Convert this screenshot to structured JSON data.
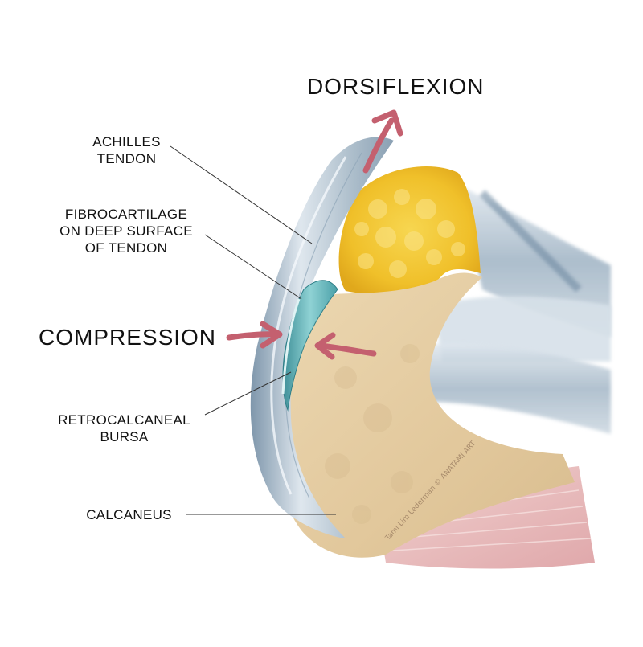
{
  "labels": {
    "dorsiflexion": "DORSIFLEXION",
    "achilles_line1": "ACHILLES",
    "achilles_line2": "TENDON",
    "fibro_line1": "FIBROCARTILAGE",
    "fibro_line2": "ON DEEP SURFACE",
    "fibro_line3": "OF TENDON",
    "compression": "COMPRESSION",
    "bursa_line1": "RETROCALCANEAL",
    "bursa_line2": "BURSA",
    "calcaneus": "CALCANEUS"
  },
  "credit": "Tami Lim Lederman © ANATAMI ART",
  "colors": {
    "arrow": "#c4606f",
    "bone": "#e6cfa6",
    "fat": "#f2c636",
    "tendon": "#aebfcc",
    "bursa": "#5fb3b8",
    "muscle": "#e7b7b6"
  }
}
